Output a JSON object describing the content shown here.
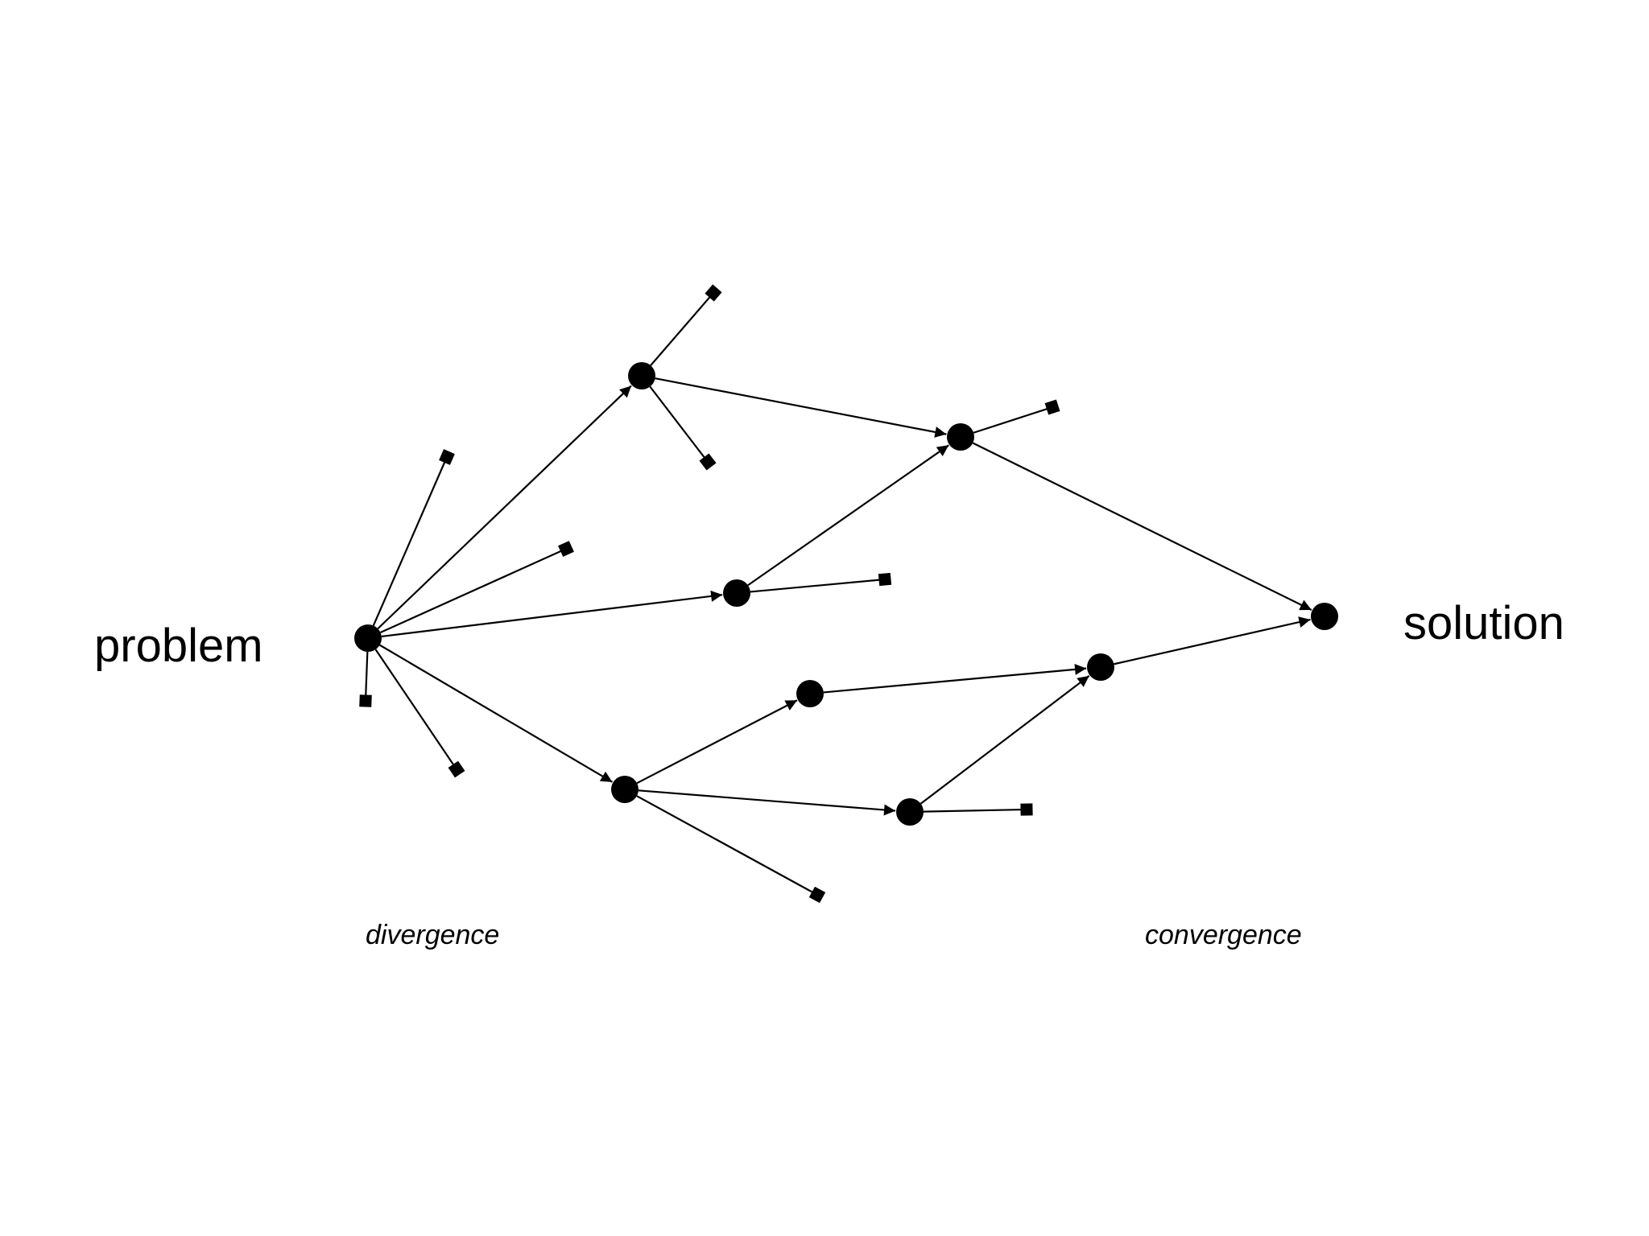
{
  "labels": {
    "problem": "problem",
    "solution": "solution",
    "divergence": "divergence",
    "convergence": "convergence"
  },
  "colors": {
    "ink": "#000000",
    "background": "#ffffff"
  },
  "graph": {
    "nodes": [
      {
        "id": "problem",
        "kind": "circle"
      },
      {
        "id": "n-top",
        "kind": "circle"
      },
      {
        "id": "n-mid",
        "kind": "circle"
      },
      {
        "id": "n-bottom",
        "kind": "circle"
      },
      {
        "id": "n-upper-right",
        "kind": "circle"
      },
      {
        "id": "n-lower-mid",
        "kind": "circle"
      },
      {
        "id": "n-lower-bottom",
        "kind": "circle"
      },
      {
        "id": "n-lower-right",
        "kind": "circle"
      },
      {
        "id": "solution",
        "kind": "circle"
      }
    ],
    "arrows": [
      {
        "from": "problem",
        "to": "n-top"
      },
      {
        "from": "problem",
        "to": "n-mid"
      },
      {
        "from": "problem",
        "to": "n-bottom"
      },
      {
        "from": "n-top",
        "to": "n-upper-right"
      },
      {
        "from": "n-mid",
        "to": "n-upper-right"
      },
      {
        "from": "n-upper-right",
        "to": "solution"
      },
      {
        "from": "n-bottom",
        "to": "n-lower-mid"
      },
      {
        "from": "n-bottom",
        "to": "n-lower-bottom"
      },
      {
        "from": "n-lower-mid",
        "to": "n-lower-right"
      },
      {
        "from": "n-lower-bottom",
        "to": "n-lower-right"
      },
      {
        "from": "n-lower-right",
        "to": "solution"
      }
    ],
    "dead_ends": [
      {
        "from": "problem"
      },
      {
        "from": "problem"
      },
      {
        "from": "problem"
      },
      {
        "from": "problem"
      },
      {
        "from": "n-top"
      },
      {
        "from": "n-top"
      },
      {
        "from": "n-upper-right"
      },
      {
        "from": "n-mid"
      },
      {
        "from": "n-bottom"
      },
      {
        "from": "n-lower-bottom"
      }
    ]
  }
}
